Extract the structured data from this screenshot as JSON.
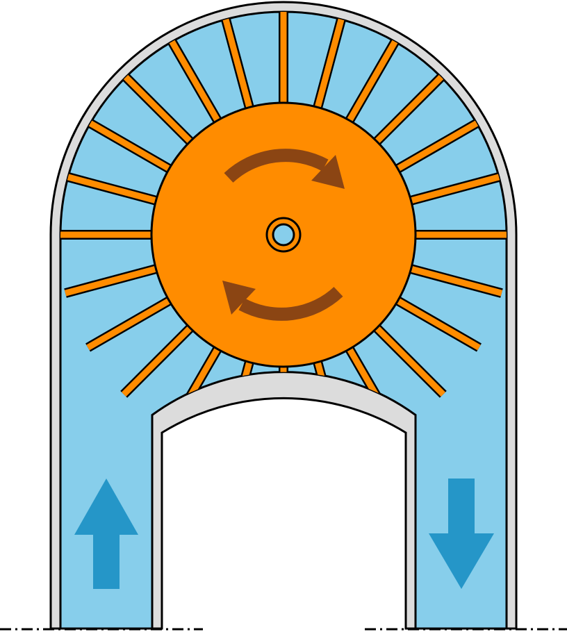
{
  "diagram": {
    "blade_count": 24,
    "colors": {
      "housing": "#dcdcdc",
      "fluid": "#87ceeb",
      "impeller": "#ff8c00",
      "rotation_arrow": "#8b4513",
      "flow_arrow": "#2596c8",
      "outline": "#000000"
    },
    "flow": {
      "inlet_direction": "up",
      "outlet_direction": "down"
    },
    "rotation": "clockwise"
  }
}
